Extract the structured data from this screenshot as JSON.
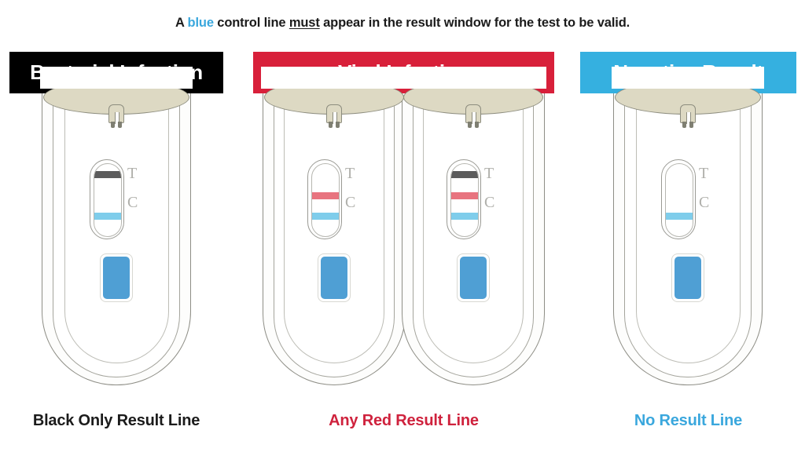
{
  "banner": {
    "prefix": "A ",
    "keyword_blue": "blue",
    "mid": " control line ",
    "keyword_must": "must",
    "suffix": " appear in the result window for the test to be valid."
  },
  "colors": {
    "bacterial_header_bg": "#000000",
    "viral_header_bg": "#d8203a",
    "negative_header_bg": "#35b0e0",
    "blue_accent": "#3aa7dd",
    "red_accent": "#cf223d",
    "band_dark": "#5c5c5c",
    "band_red": "#e8747f",
    "band_blue": "#7fcdeb",
    "well_blue": "#4f9fd4",
    "cap_beige": "#ddd9c3"
  },
  "panels": [
    {
      "id": "bacterial",
      "header": "Bacterial Infection",
      "header_bg": "#000000",
      "header_color": "#ffffff",
      "caption": "Black Only Result Line",
      "caption_color": "#1b1b1b",
      "cassettes": [
        {
          "label": "bacterial-cassette",
          "t_label": "T",
          "c_label": "C",
          "bands": {
            "dark": true,
            "red": false,
            "blue": true
          }
        }
      ]
    },
    {
      "id": "viral",
      "header": "Viral Infection",
      "header_bg": "#d8203a",
      "header_color": "#ffffff",
      "caption": "Any Red Result Line",
      "caption_color": "#cf223d",
      "cassettes": [
        {
          "label": "viral-cassette-red-only",
          "t_label": "T",
          "c_label": "C",
          "bands": {
            "dark": false,
            "red": true,
            "blue": true
          }
        },
        {
          "label": "viral-cassette-black-and-red",
          "t_label": "T",
          "c_label": "C",
          "bands": {
            "dark": true,
            "red": true,
            "blue": true
          }
        }
      ]
    },
    {
      "id": "negative",
      "header": "Negative Result",
      "header_bg": "#35b0e0",
      "header_color": "#ffffff",
      "caption": "No Result Line",
      "caption_color": "#3aa7dd",
      "cassettes": [
        {
          "label": "negative-cassette",
          "t_label": "T",
          "c_label": "C",
          "bands": {
            "dark": false,
            "red": false,
            "blue": true
          }
        }
      ]
    }
  ]
}
